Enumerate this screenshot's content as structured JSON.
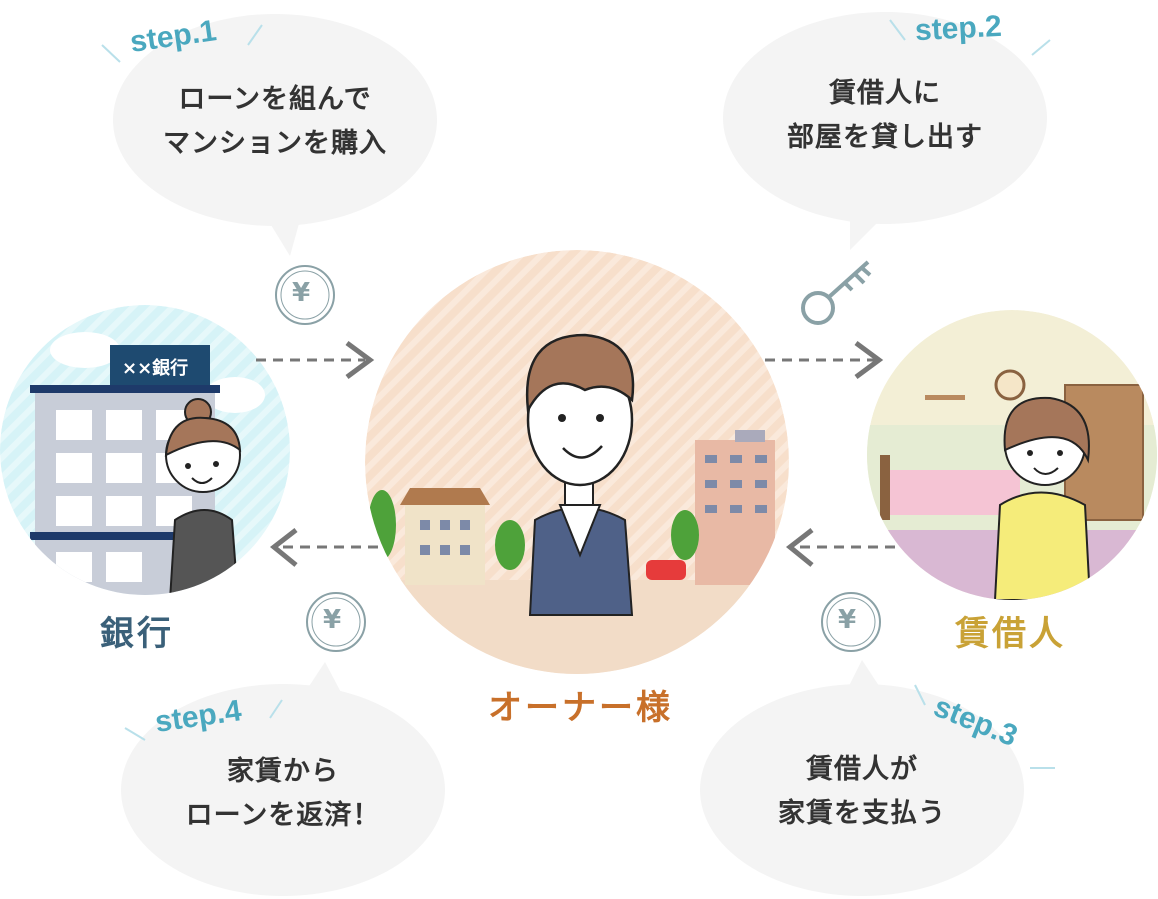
{
  "steps": [
    {
      "tag": "step.1",
      "text1": "ローンを組んで",
      "text2": "マンションを購入"
    },
    {
      "tag": "step.2",
      "text1": "賃借人に",
      "text2": "部屋を貸し出す"
    },
    {
      "tag": "step.3",
      "text1": "賃借人が",
      "text2": "家賃を支払う"
    },
    {
      "tag": "step.4",
      "text1": "家賃から",
      "text2": "ローンを返済！"
    }
  ],
  "actors": {
    "bank": "銀行",
    "owner": "オーナー様",
    "tenant": "賃借人"
  },
  "bank_sign": "××銀行",
  "coin_symbol": "¥",
  "colors": {
    "bank": "#3a6079",
    "owner": "#c8702a",
    "tenant": "#c9a236",
    "step": "#4aa8bf",
    "bubble": "#f4f4f4",
    "arrow": "#777777"
  }
}
